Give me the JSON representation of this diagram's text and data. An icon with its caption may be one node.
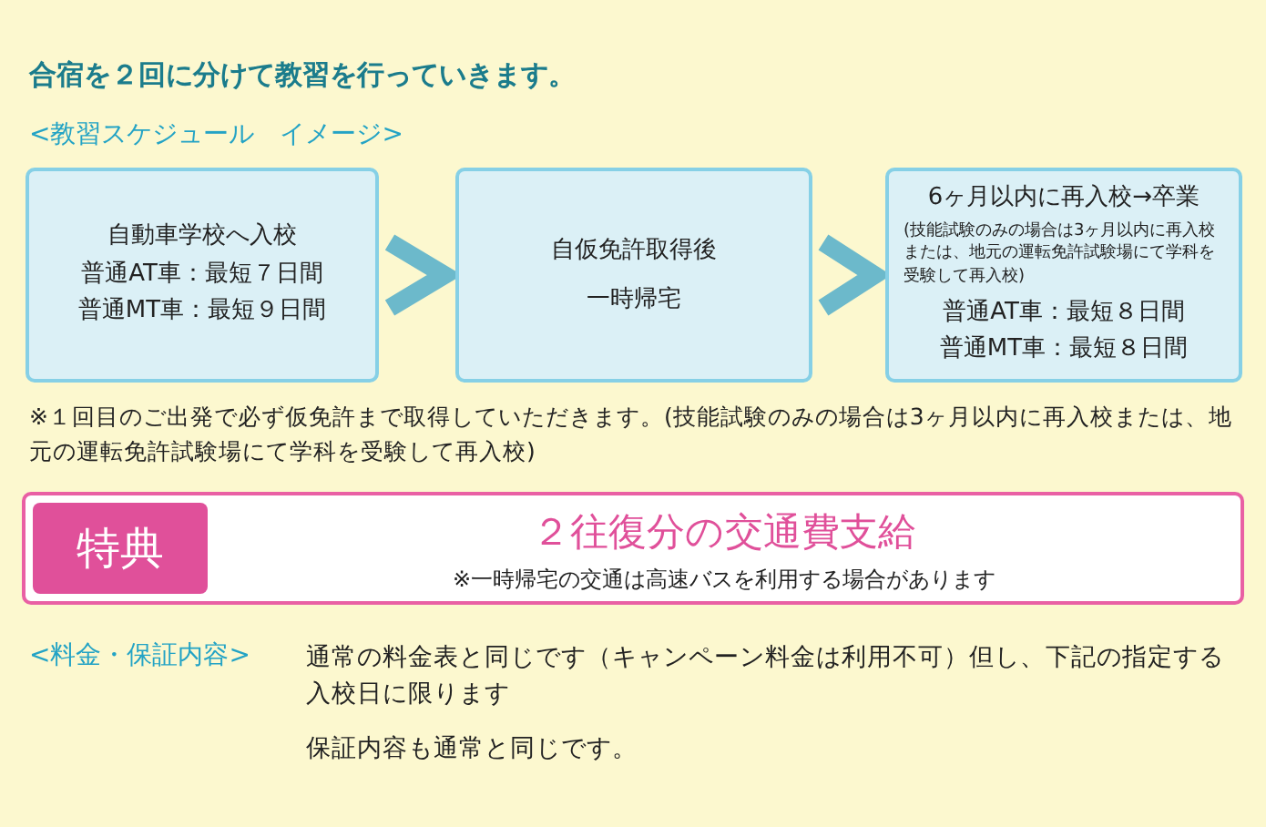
{
  "diagram": {
    "title": "合宿を２回に分けて教習を行っていきます。",
    "nodes": [
      {
        "text": [
          "自動車学校へ入校",
          "普通AT車：最短７日間",
          "普通MT車：最短９日間"
        ]
      },
      {
        "text": [
          "自仮免許取得後",
          "一時帰宅"
        ]
      },
      {
        "text": [
          "6ヶ月以内に再入校→卒業",
          "(技能試験のみの場合は3ヶ月以内に再入校または、地元の運転免許試験場にて学科を受験して再入校)",
          "普通AT車：最短８日間",
          "普通MT車：最短８日間"
        ]
      },
      {
        "text": [
          "２往復分の交通費支給",
          "※一時帰宅の交通は高速バスを利用する場合があります"
        ]
      },
      {
        "text": [
          "特典"
        ],
        "in": 3
      }
    ],
    "edges": [
      {
        "from": 0,
        "to": 1,
        "arrow": "to"
      },
      {
        "from": 1,
        "to": 2,
        "arrow": "to"
      }
    ],
    "labels": [
      "<教習スケジュール　イメージ>",
      "※１回目のご出発で必ず仮免許まで取得していただきます。(技能試験のみの場合は3ヶ月以内に再入校または、地元の運転免許試験場にて学科を受験して再入校)",
      "<料金・保証内容>",
      "通常の料金表と同じです（キャンペーン料金は利用不可）但し、下記の指定する入校日に限ります",
      "保証内容も通常と同じです。"
    ]
  }
}
